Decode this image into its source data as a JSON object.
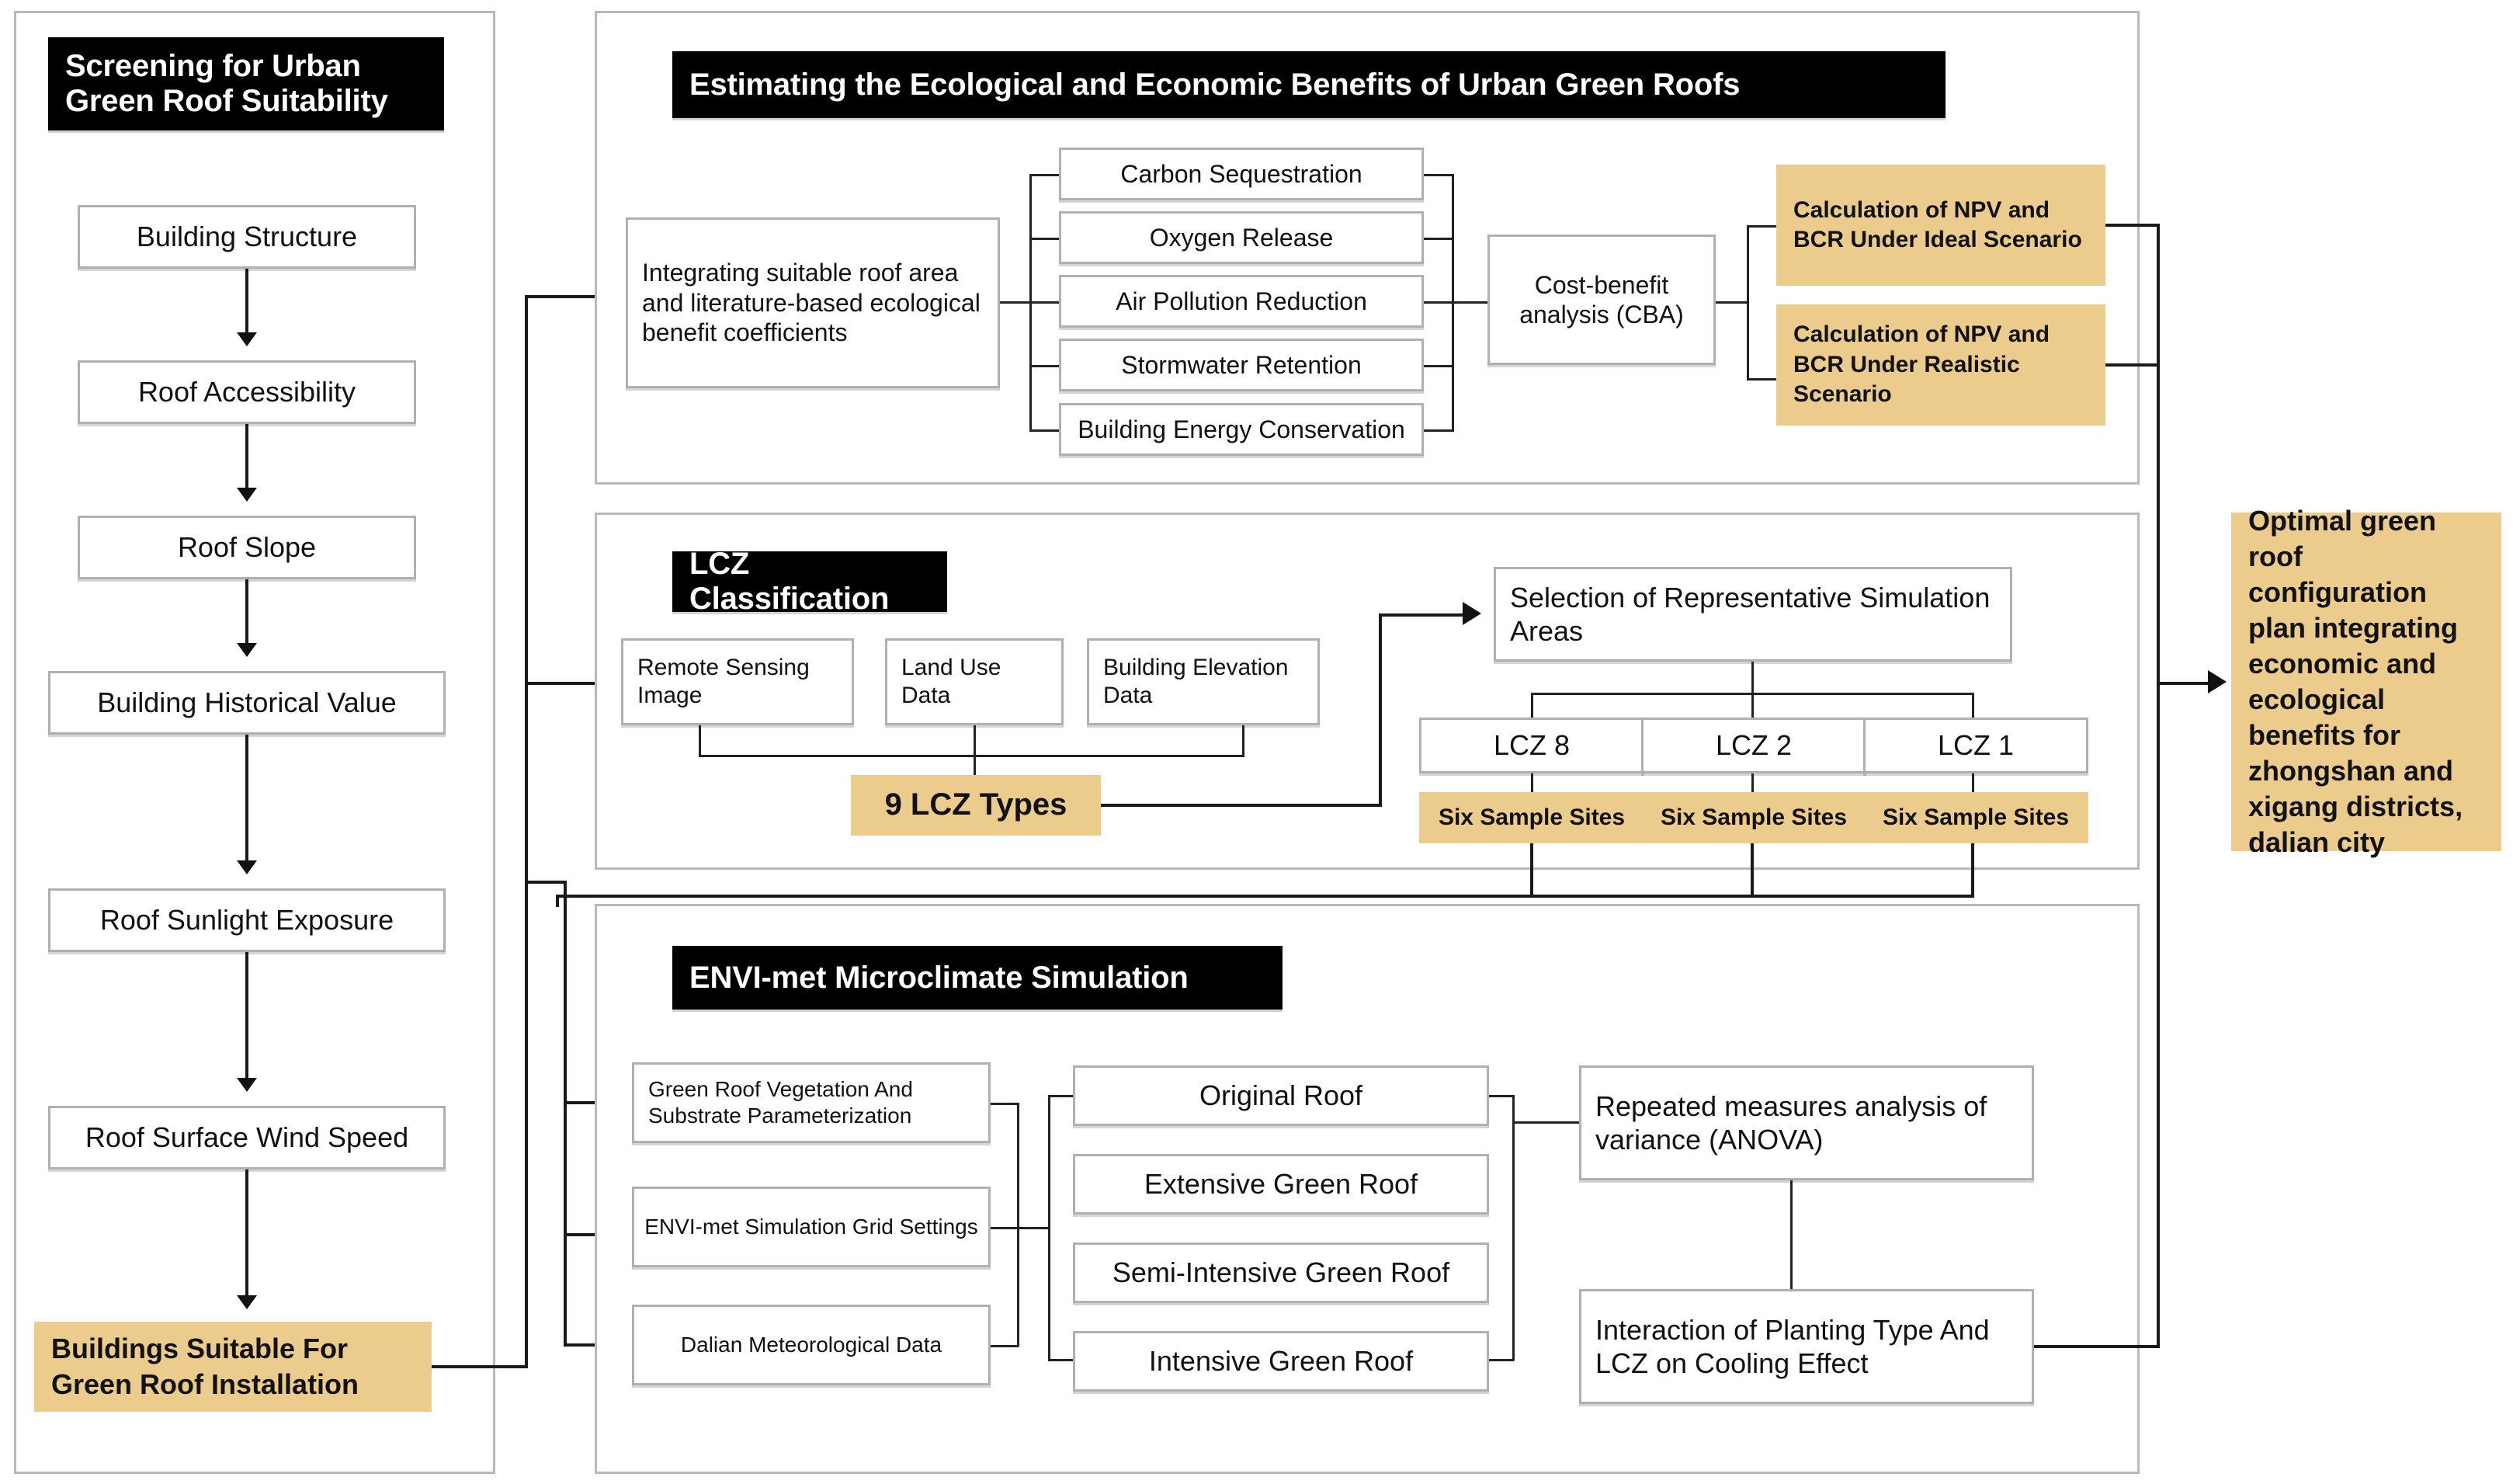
{
  "diagram": {
    "title": "Green roof research workflow",
    "colors": {
      "gold": "#EBCC8C",
      "header_bg": "#000000",
      "box_border": "#b0b0b0",
      "panel_border": "#b9b9b9"
    }
  },
  "screening_panel": {
    "header": "Screening for Urban Green Roof Suitability",
    "steps": [
      {
        "label": "Building Structure"
      },
      {
        "label": "Roof Accessibility"
      },
      {
        "label": "Roof Slope"
      },
      {
        "label": "Building Historical Value"
      },
      {
        "label": "Roof Sunlight Exposure"
      },
      {
        "label": "Roof Surface Wind Speed"
      }
    ],
    "outcome": "Buildings Suitable For Green Roof Installation"
  },
  "benefits_panel": {
    "header": "Estimating the Ecological and Economic Benefits of Urban Green Roofs",
    "input_box": "Integrating suitable roof area and literature-based ecological benefit coefficients",
    "benefits": [
      "Carbon Sequestration",
      "Oxygen Release",
      "Air Pollution Reduction",
      "Stormwater Retention",
      "Building Energy Conservation"
    ],
    "cba": "Cost-benefit analysis (CBA)",
    "scenarios": [
      "Calculation of NPV and BCR Under Ideal Scenario",
      "Calculation of NPV and BCR Under Realistic Scenario"
    ]
  },
  "lcz_panel": {
    "header": "LCZ Classification",
    "inputs": [
      "Remote Sensing Image",
      "Land Use Data",
      "Building Elevation Data"
    ],
    "types": "9 LCZ Types",
    "selection": "Selection of Representative Simulation Areas",
    "zones": [
      {
        "name": "LCZ 8",
        "sites": "Six Sample Sites"
      },
      {
        "name": "LCZ 2",
        "sites": "Six Sample Sites"
      },
      {
        "name": "LCZ 1",
        "sites": "Six Sample Sites"
      }
    ]
  },
  "envimet_panel": {
    "header": "ENVI-met Microclimate Simulation",
    "inputs": [
      "Green Roof Vegetation And Substrate Parameterization",
      "ENVI-met Simulation Grid Settings",
      "Dalian Meteorological Data"
    ],
    "roof_types": [
      "Original Roof",
      "Extensive Green Roof",
      "Semi-Intensive Green Roof",
      "Intensive Green Roof"
    ],
    "analysis": [
      "Repeated measures analysis of variance (ANOVA)",
      "Interaction of Planting Type And LCZ on Cooling Effect"
    ]
  },
  "outcome_box": {
    "label": "Optimal green roof configuration plan integrating economic and ecological benefits for zhongshan and xigang districts, dalian city"
  }
}
